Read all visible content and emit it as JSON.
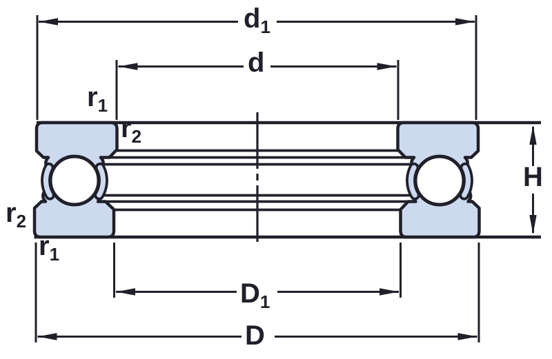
{
  "diagram": {
    "type": "thrust-ball-bearing-cross-section",
    "labels": {
      "d1": {
        "base": "d",
        "sub": "1"
      },
      "d": {
        "base": "d",
        "sub": ""
      },
      "D1": {
        "base": "D",
        "sub": "1"
      },
      "D": {
        "base": "D",
        "sub": ""
      },
      "H": {
        "base": "H",
        "sub": ""
      },
      "r1_top": {
        "base": "r",
        "sub": "1"
      },
      "r2_top": {
        "base": "r",
        "sub": "2"
      },
      "r2_left": {
        "base": "r",
        "sub": "2"
      },
      "r1_bottom": {
        "base": "r",
        "sub": "1"
      }
    },
    "colors": {
      "line": "#20202a",
      "fill": "#ccd9ee",
      "background": "#ffffff"
    }
  }
}
